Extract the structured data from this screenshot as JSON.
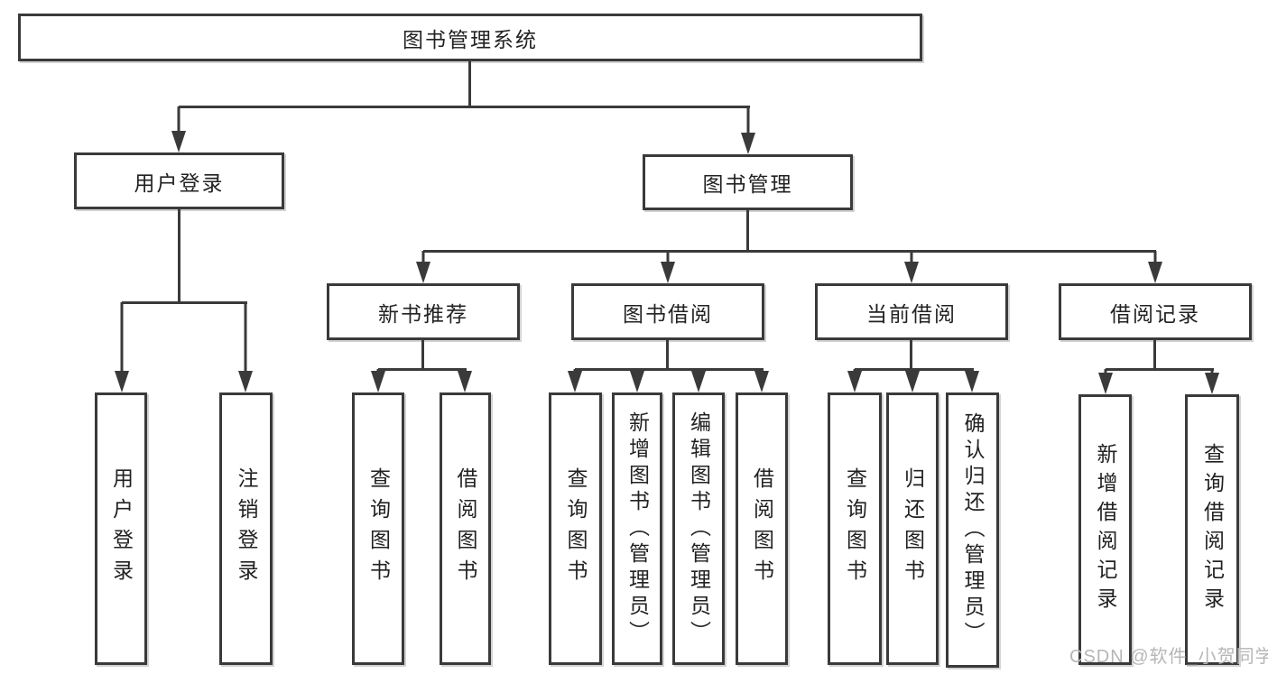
{
  "tree": {
    "label": "图书管理系统",
    "children": [
      {
        "label": "用户登录",
        "children": [
          {
            "label": "用户登录"
          },
          {
            "label": "注销登录"
          }
        ]
      },
      {
        "label": "图书管理",
        "children": [
          {
            "label": "新书推荐",
            "children": [
              {
                "label": "查询图书"
              },
              {
                "label": "借阅图书"
              }
            ]
          },
          {
            "label": "图书借阅",
            "children": [
              {
                "label": "查询图书"
              },
              {
                "label": "新增图书（管理员）"
              },
              {
                "label": "编辑图书（管理员）"
              },
              {
                "label": "借阅图书"
              }
            ]
          },
          {
            "label": "当前借阅",
            "children": [
              {
                "label": "查询图书"
              },
              {
                "label": "归还图书"
              },
              {
                "label": "确认归还（管理员）"
              }
            ]
          },
          {
            "label": "借阅记录",
            "children": [
              {
                "label": "新增借阅记录"
              },
              {
                "label": "查询借阅记录"
              }
            ]
          }
        ]
      }
    ]
  },
  "watermark": {
    "text": "CSDN @软件_小贺同学"
  },
  "colors": {
    "line": "#3a3a3a",
    "box_border": "#3a3a3a",
    "text": "#222222",
    "background": "#ffffff",
    "watermark": "#b6b6b6"
  }
}
